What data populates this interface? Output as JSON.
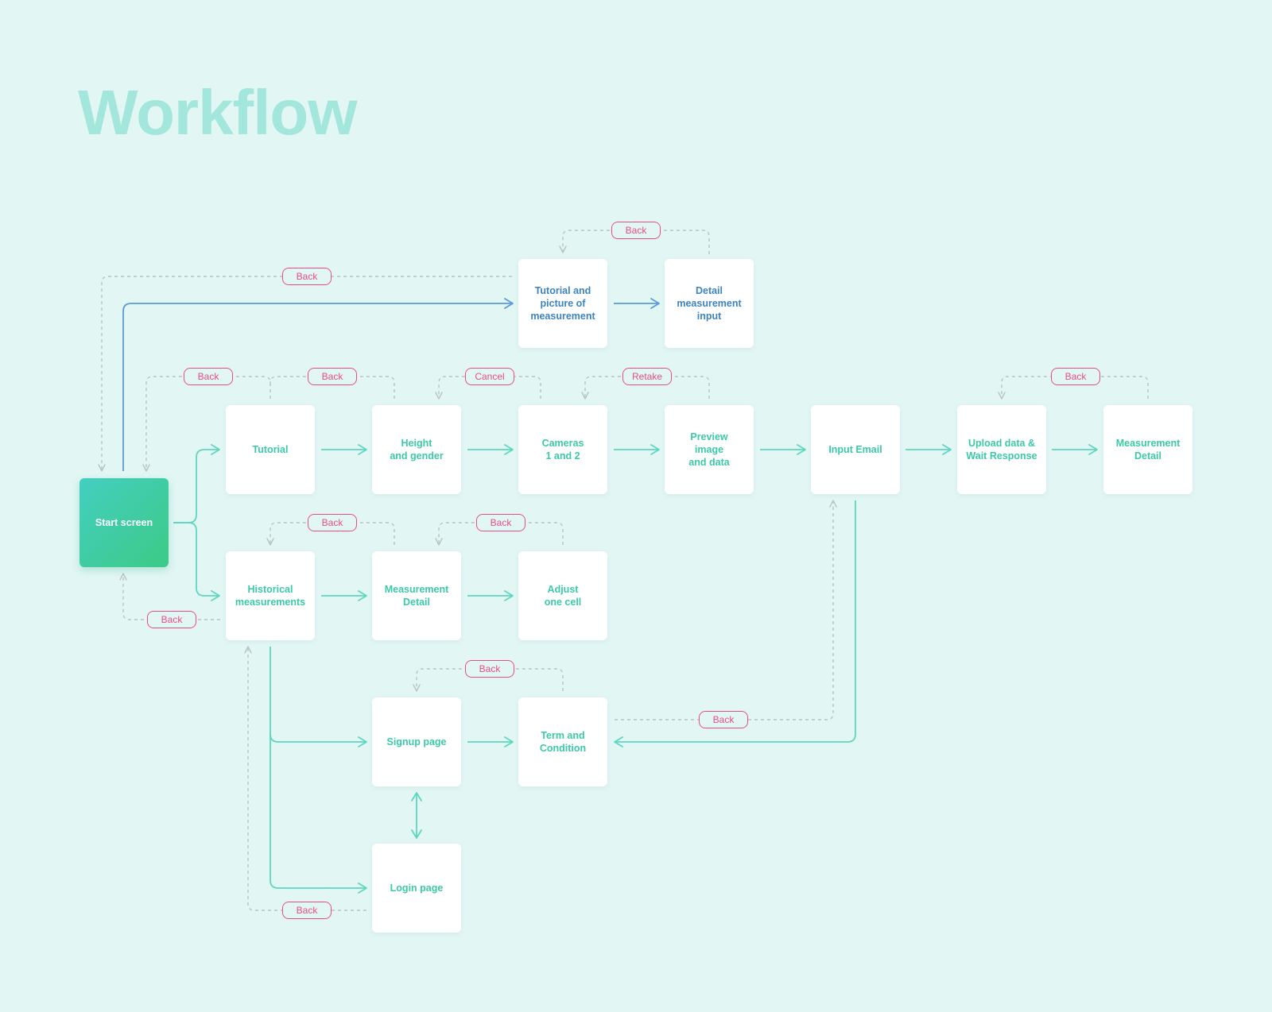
{
  "title": "Workflow",
  "colors": {
    "background": "#e2f6f4",
    "title": "#a3e6dc",
    "flow_green": "#5fd6c0",
    "flow_blue": "#5c9ad4",
    "back_line": "#b8c4c4",
    "back_label": "#e84d8a",
    "start_gradient": [
      "#43cfc0",
      "#3dca86"
    ]
  },
  "nodes": {
    "start": "Start screen",
    "tutorial_picture": "Tutorial and\npicture of\nmeasurement",
    "detail_input": "Detail\nmeasurement\ninput",
    "tutorial": "Tutorial",
    "height_gender": "Height\nand gender",
    "cameras": "Cameras\n1 and 2",
    "preview": "Preview\nimage\nand data",
    "input_email": "Input Email",
    "upload": "Upload data &\nWait Response",
    "measurement_detail": "Measurement\nDetail",
    "historical": "Historical\nmeasurements",
    "hist_measurement_detail": "Measurement\nDetail",
    "adjust": "Adjust\none cell",
    "signup": "Signup page",
    "terms": "Term and\nCondition",
    "login": "Login page"
  },
  "edge_labels": {
    "back_detail_to_tutorial_picture": "Back",
    "back_tutorial_picture_to_start": "Back",
    "back_tutorial_to_start": "Back",
    "back_height_to_tutorial": "Back",
    "cancel_cameras_to_height": "Cancel",
    "retake_preview_to_cameras": "Retake",
    "back_measurement_to_upload": "Back",
    "back_hist_detail_to_historical": "Back",
    "back_adjust_to_hist_detail": "Back",
    "back_historical_to_start": "Back",
    "back_terms_to_signup": "Back",
    "back_terms_to_email": "Back",
    "back_login_to_historical": "Back"
  }
}
